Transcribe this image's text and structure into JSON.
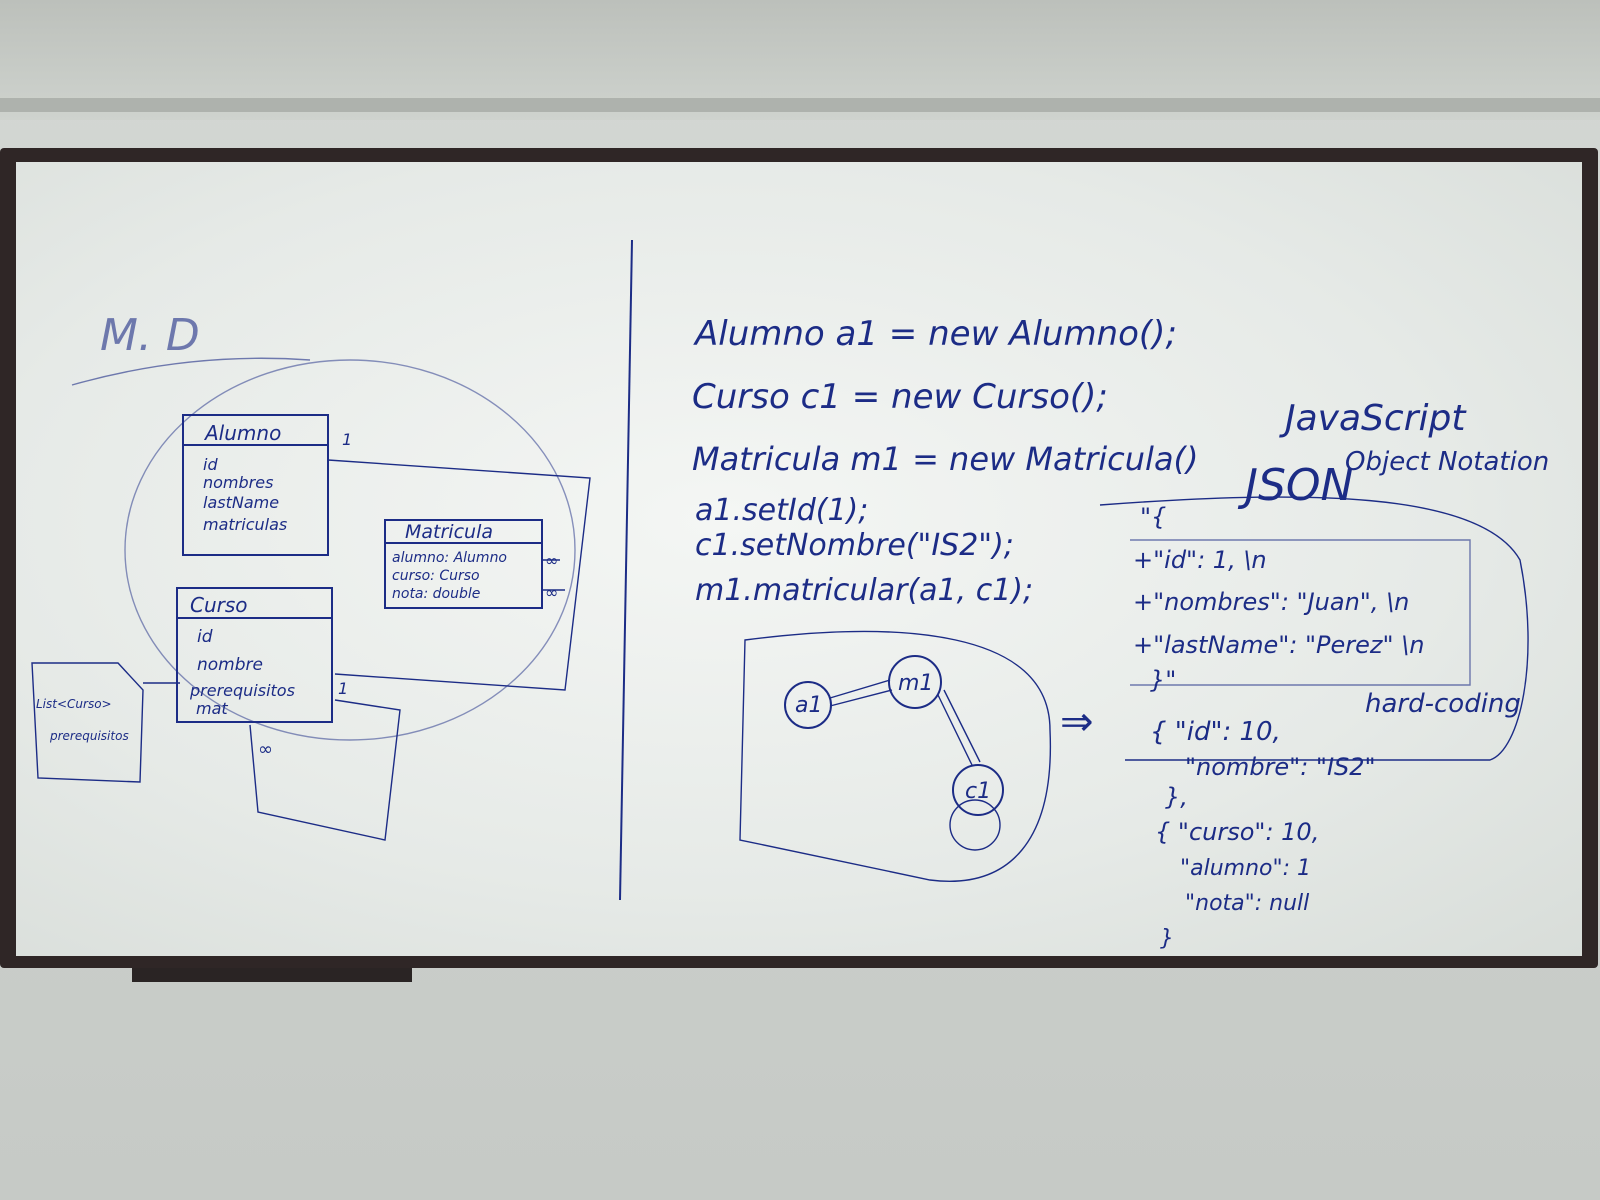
{
  "scene": {
    "title_md": "M. D",
    "class_alumno": {
      "name": "Alumno",
      "fields": [
        "id",
        "nombres",
        "lastName",
        "matriculas"
      ],
      "mult": "1"
    },
    "class_matricula": {
      "name": "Matricula",
      "fields": [
        "alumno: Alumno",
        "curso: Curso",
        "nota: double"
      ],
      "mult_top": "∞",
      "mult_bottom": "∞"
    },
    "class_curso": {
      "name": "Curso",
      "fields": [
        "id",
        "nombre",
        "prerequisitos",
        "mat"
      ],
      "mult": "1",
      "mult_loop": "∞"
    },
    "note_list": [
      "List<Curso>",
      "prerequisitos"
    ],
    "code_lines": [
      "Alumno a1 = new Alumno();",
      "Curso c1 = new Curso();",
      "Matricula m1 = new Matricula()",
      "a1.setId(1);",
      "c1.setNombre(\"IS2\");",
      "m1.matricular(a1, c1);"
    ],
    "graph_nodes": [
      "a1",
      "m1",
      "c1"
    ],
    "arrow": "⇒",
    "json_heading": [
      "JavaScript",
      "Object Notation",
      "JSON"
    ],
    "json_block": [
      "\"{",
      "+\"id\": 1,  \\n",
      "+\"nombres\": \"Juan\", \\n",
      "+\"lastName\": \"Perez\" \\n",
      "}\"",
      "hard-coding"
    ],
    "json_objects": [
      [
        "{ \"id\": 10,",
        "\"nombre\": \"IS2\"",
        "},"
      ],
      [
        "{ \"curso\": 10,",
        "\"alumno\": 1",
        "\"nota\": null",
        "}"
      ]
    ]
  }
}
